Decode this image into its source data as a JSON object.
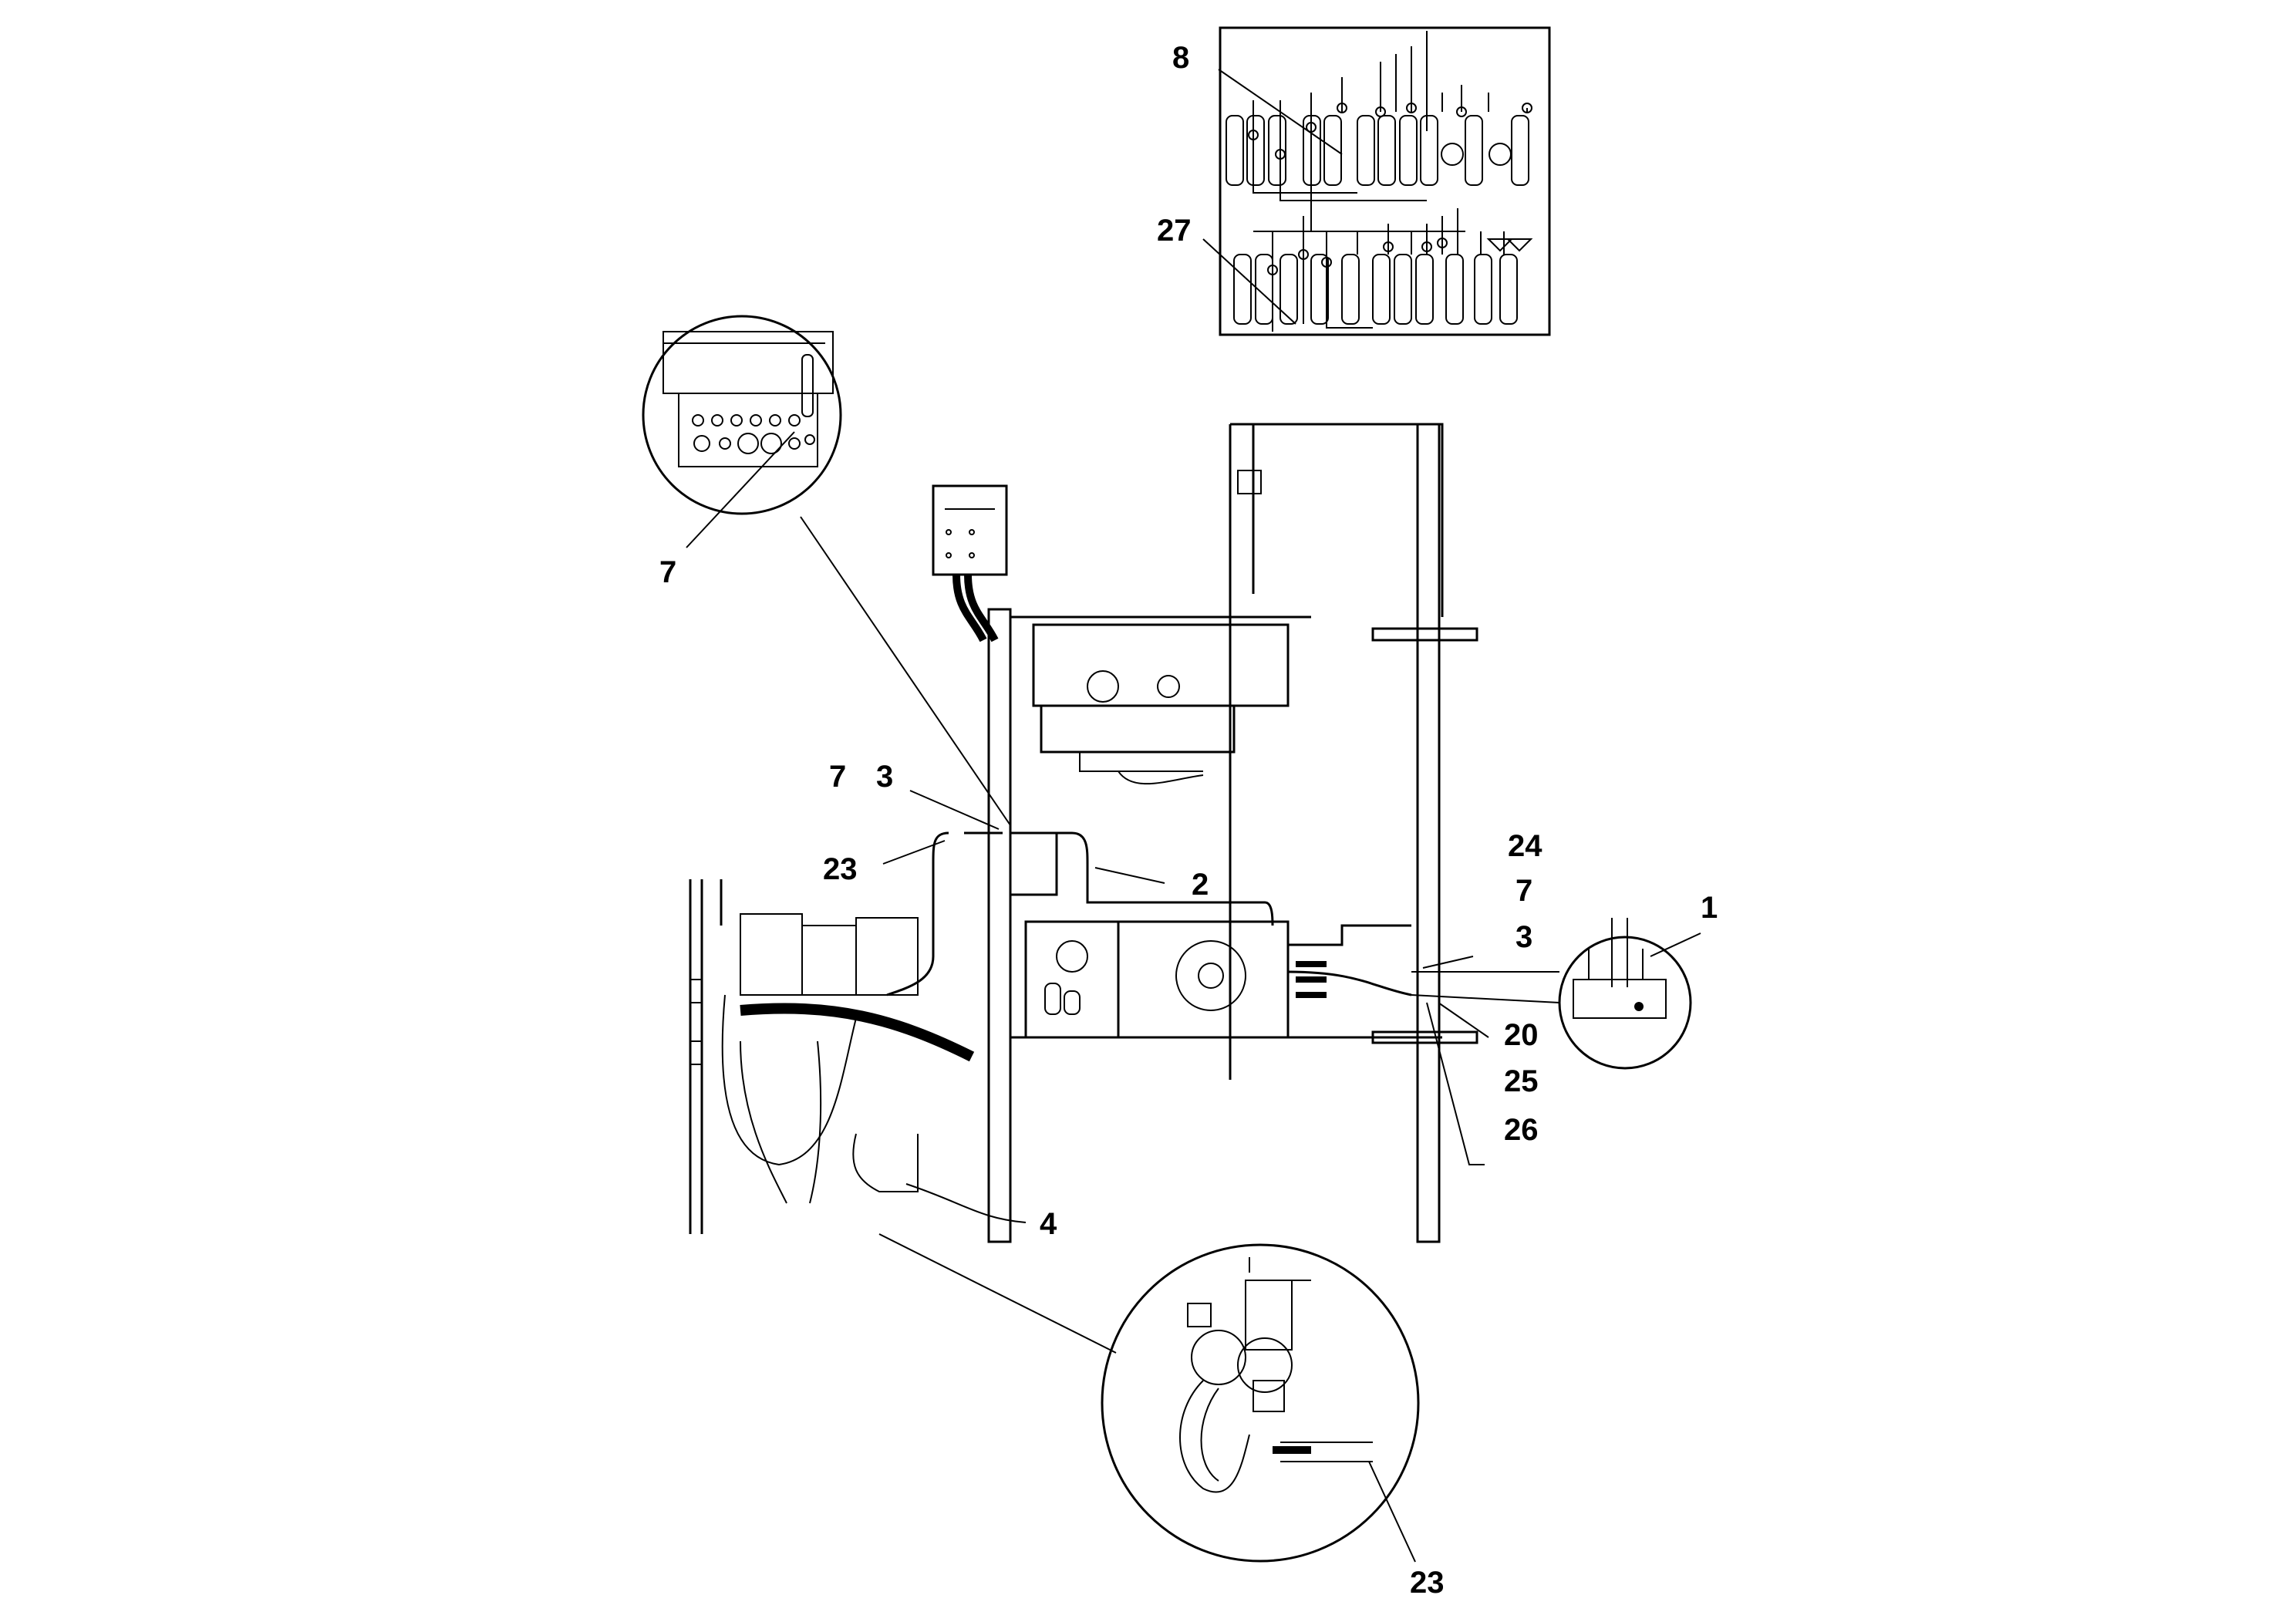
{
  "callouts": {
    "c8": "8",
    "c27": "27",
    "c7_detail": "7",
    "c7_left": "7",
    "c3_left": "3",
    "c23_left": "23",
    "c2": "2",
    "c24": "24",
    "c7_right": "7",
    "c3_right": "3",
    "c1": "1",
    "c20": "20",
    "c25": "25",
    "c26": "26",
    "c4": "4",
    "c23_bottom": "23"
  }
}
